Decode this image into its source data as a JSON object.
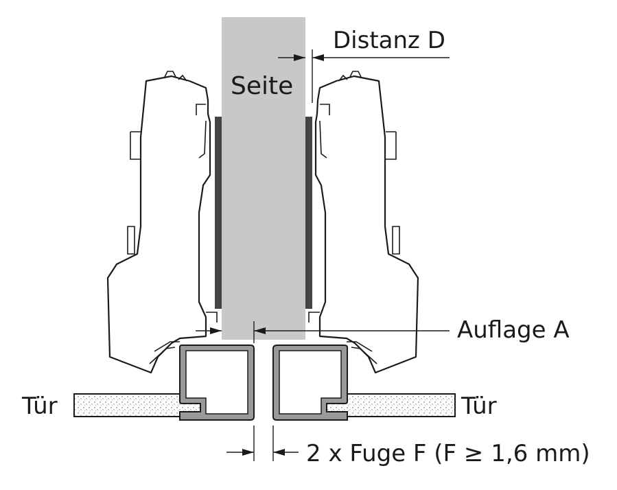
{
  "labels": {
    "seite": "Seite",
    "distanz": "Distanz D",
    "auflage": "Auflage A",
    "tuer_left": "Tür",
    "tuer_right": "Tür",
    "fuge": "2 x Fuge F (F ≥ 1,6 mm)"
  },
  "colors": {
    "panel": "#c8c8c8",
    "seal": "#444444",
    "profile_fill": "#9a9a9a",
    "door_hatch": "#bdbdbd",
    "line": "#1a1a1a"
  },
  "icons": {
    "arrow": "arrowhead"
  }
}
